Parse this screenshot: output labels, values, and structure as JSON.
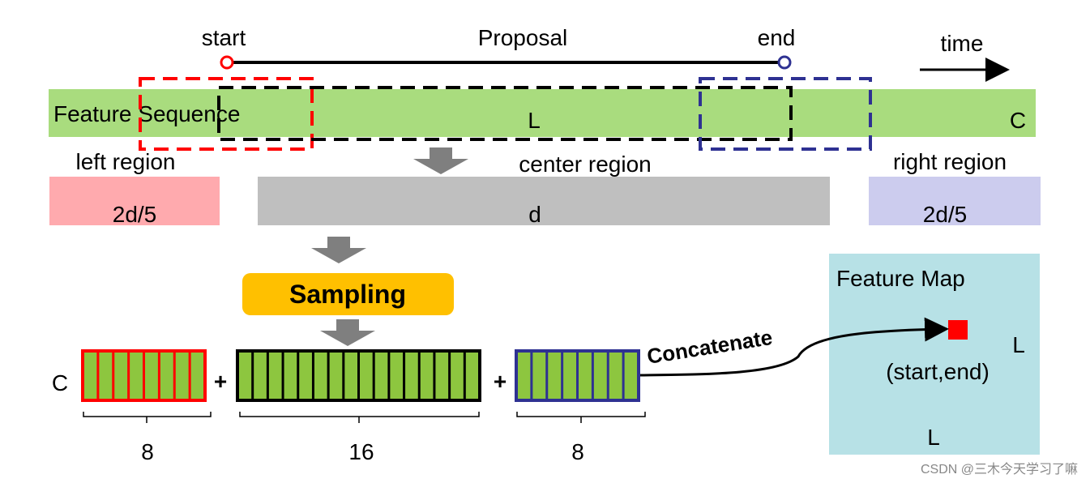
{
  "proposal": {
    "start_label": "start",
    "title": "Proposal",
    "end_label": "end"
  },
  "time": {
    "label": "time"
  },
  "feature_sequence": {
    "label": "Feature Sequence",
    "length_label": "L",
    "channel_label": "C",
    "color": "#a9dc7e"
  },
  "regions": {
    "left": {
      "label": "left region",
      "size": "2d/5",
      "color": "#ffaaae"
    },
    "center": {
      "label": "center region",
      "size": "d",
      "color": "#bfbfbf"
    },
    "right": {
      "label": "right region",
      "size": "2d/5",
      "color": "#ccccee"
    }
  },
  "sampling": {
    "label": "Sampling",
    "color": "#ffc000"
  },
  "bins": {
    "channel_label": "C",
    "plus": "+",
    "left": {
      "count": 8,
      "count_label": "8",
      "border": "#ff0000"
    },
    "center": {
      "count": 16,
      "count_label": "16",
      "border": "#000000"
    },
    "right": {
      "count": 8,
      "count_label": "8",
      "border": "#2e3192"
    },
    "fill": "#8dc63f"
  },
  "concatenate": {
    "label": "Concatenate"
  },
  "feature_map": {
    "title": "Feature Map",
    "point_label": "(start,end)",
    "height_label": "L",
    "width_label": "L",
    "color": "#b7e1e6",
    "marker_color": "#ff0000"
  },
  "watermark": "CSDN @三木今天学习了嘛"
}
